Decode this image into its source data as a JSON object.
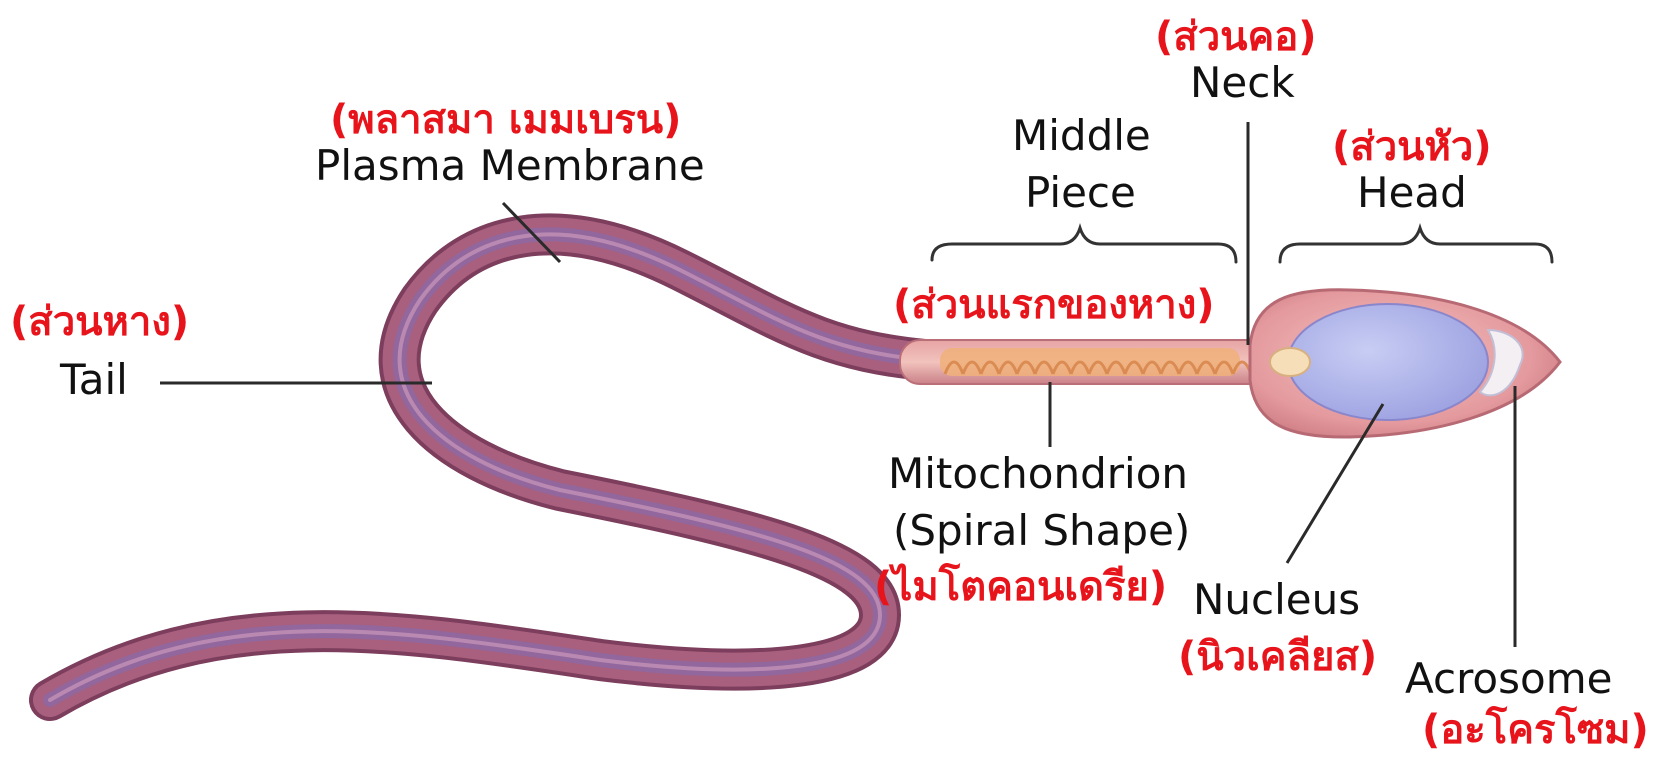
{
  "labels": {
    "tail": {
      "en": "Tail",
      "th": "(ส่วนหาง)"
    },
    "plasma_membrane": {
      "en": "Plasma Membrane",
      "th": "(พลาสมา เมมเบรน)"
    },
    "middle_piece": {
      "en_line1": "Middle",
      "en_line2": "Piece",
      "th": "(ส่วนแรกของหาง)"
    },
    "neck": {
      "en": "Neck",
      "th": "(ส่วนคอ)"
    },
    "head": {
      "en": "Head",
      "th": "(ส่วนหัว)"
    },
    "mitochondrion": {
      "en_line1": "Mitochondrion",
      "en_line2": "(Spiral Shape)",
      "th": "(ไมโตคอนเดรีย)"
    },
    "nucleus": {
      "en": "Nucleus",
      "th": "(นิวเคลียส)"
    },
    "acrosome": {
      "en": "Acrosome",
      "th": "(อะโครโซม)"
    }
  },
  "colors": {
    "thai_label": "#e8141b",
    "english_label": "#111111",
    "tail_fill": "#a8607e",
    "tail_highlight": "#8a6aa8",
    "head_fill": "#e8a8a8",
    "nucleus_fill": "#b0b4e8",
    "mitochondria_fill": "#f0b07a"
  }
}
